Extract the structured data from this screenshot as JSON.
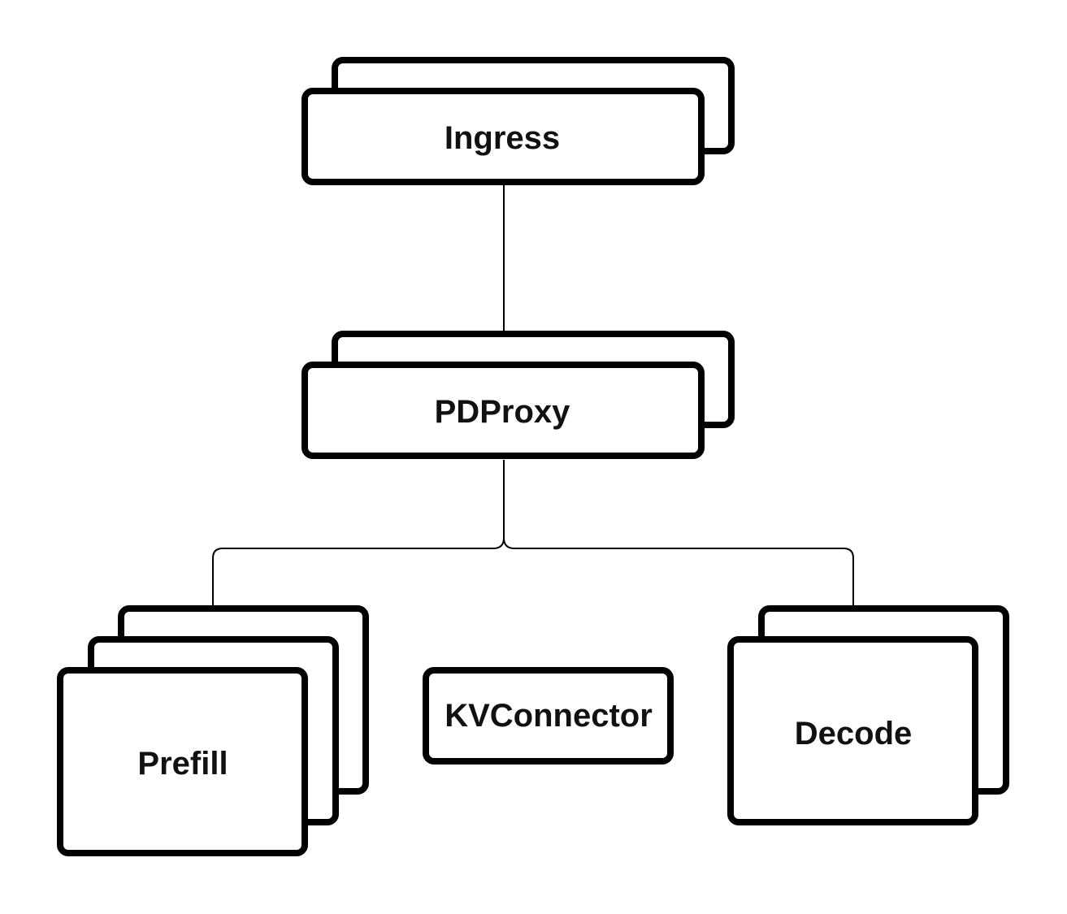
{
  "diagram": {
    "nodes": {
      "ingress": {
        "label": "Ingress",
        "stack": 2
      },
      "pdproxy": {
        "label": "PDProxy",
        "stack": 2
      },
      "prefill": {
        "label": "Prefill",
        "stack": 3
      },
      "kvconnector": {
        "label": "KVConnector",
        "stack": 1
      },
      "decode": {
        "label": "Decode",
        "stack": 2
      }
    },
    "edges": [
      {
        "from": "ingress",
        "to": "pdproxy"
      },
      {
        "from": "pdproxy",
        "to": "prefill"
      },
      {
        "from": "pdproxy",
        "to": "decode"
      }
    ],
    "colors": {
      "stroke": "#000000",
      "fill": "#ffffff",
      "text": "#111111"
    }
  }
}
